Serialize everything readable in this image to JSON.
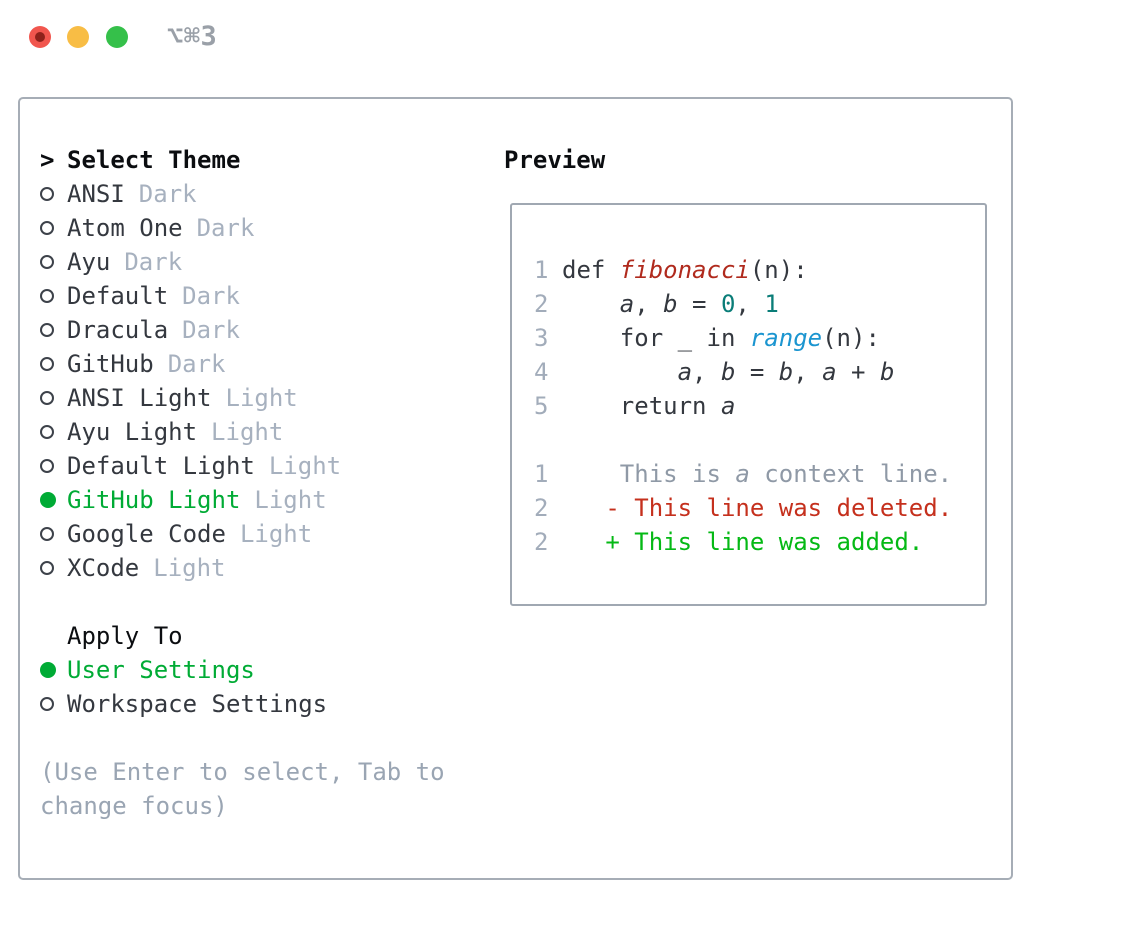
{
  "window": {
    "title": "⌥⌘3",
    "traffic_lights": [
      {
        "name": "close",
        "color": "#f1564e"
      },
      {
        "name": "minimize",
        "color": "#f8bd45"
      },
      {
        "name": "zoom",
        "color": "#35c04a"
      }
    ]
  },
  "theme_list": {
    "caret": ">",
    "header": "Select Theme",
    "items": [
      {
        "name": "ANSI",
        "tag": "Dark",
        "selected": false
      },
      {
        "name": "Atom One",
        "tag": "Dark",
        "selected": false
      },
      {
        "name": "Ayu",
        "tag": "Dark",
        "selected": false
      },
      {
        "name": "Default",
        "tag": "Dark",
        "selected": false
      },
      {
        "name": "Dracula",
        "tag": "Dark",
        "selected": false
      },
      {
        "name": "GitHub",
        "tag": "Dark",
        "selected": false
      },
      {
        "name": "ANSI Light",
        "tag": "Light",
        "selected": false
      },
      {
        "name": "Ayu Light",
        "tag": "Light",
        "selected": false
      },
      {
        "name": "Default Light",
        "tag": "Light",
        "selected": false
      },
      {
        "name": "GitHub Light",
        "tag": "Light",
        "selected": true
      },
      {
        "name": "Google Code",
        "tag": "Light",
        "selected": false
      },
      {
        "name": "XCode",
        "tag": "Light",
        "selected": false
      }
    ]
  },
  "apply_to": {
    "header": "Apply To",
    "items": [
      {
        "name": "User Settings",
        "selected": true
      },
      {
        "name": "Workspace Settings",
        "selected": false
      }
    ]
  },
  "hint_lines": [
    "(Use Enter to select, Tab to",
    "change focus)"
  ],
  "preview": {
    "header": "Preview",
    "lines": [
      {
        "num": "",
        "segs": []
      },
      {
        "num": "1",
        "segs": [
          [
            "def ",
            "p"
          ],
          [
            "fibonacci",
            "fn"
          ],
          [
            "(n):",
            "p"
          ]
        ]
      },
      {
        "num": "2",
        "segs": [
          [
            "    ",
            "p"
          ],
          [
            "a",
            "v"
          ],
          [
            ", ",
            "p"
          ],
          [
            "b",
            "v"
          ],
          [
            " = ",
            "p"
          ],
          [
            "0",
            "n"
          ],
          [
            ", ",
            "p"
          ],
          [
            "1",
            "n"
          ]
        ]
      },
      {
        "num": "3",
        "segs": [
          [
            "    for _ in ",
            "p"
          ],
          [
            "range",
            "bi"
          ],
          [
            "(n):",
            "p"
          ]
        ]
      },
      {
        "num": "4",
        "segs": [
          [
            "        ",
            "p"
          ],
          [
            "a",
            "v"
          ],
          [
            ", ",
            "p"
          ],
          [
            "b",
            "v"
          ],
          [
            " = ",
            "p"
          ],
          [
            "b",
            "v"
          ],
          [
            ", ",
            "p"
          ],
          [
            "a",
            "v"
          ],
          [
            " + ",
            "p"
          ],
          [
            "b",
            "v"
          ]
        ]
      },
      {
        "num": "5",
        "segs": [
          [
            "    return ",
            "p"
          ],
          [
            "a",
            "v"
          ]
        ]
      },
      {
        "num": "",
        "segs": []
      },
      {
        "num": "1",
        "segs": [
          [
            "    This is ",
            "ctx"
          ],
          [
            "a",
            "ctxv"
          ],
          [
            " context line.",
            "ctx"
          ]
        ]
      },
      {
        "num": "2",
        "segs": [
          [
            "   ",
            "p"
          ],
          [
            "- This line was deleted.",
            "del"
          ]
        ]
      },
      {
        "num": "2",
        "segs": [
          [
            "   ",
            "p"
          ],
          [
            "+ This line was added.",
            "add"
          ]
        ]
      },
      {
        "num": "",
        "segs": []
      }
    ]
  },
  "colors": {
    "text_dark": "#34383f",
    "text_black": "#0b0d10",
    "tag_gray": "#a7b1bf",
    "hint_gray": "#9aa5b3",
    "ln_gray": "#a2acba",
    "ctx_gray": "#8f99a6",
    "panel_border": "#a6adb6",
    "box_border": "#a0a8b2",
    "radio_stroke": "#3d424a",
    "green_sel": "#00ab35",
    "add_green": "#05b915",
    "del_red": "#c5301d",
    "fn_red": "#b02a1d",
    "num_teal": "#0a7d78",
    "builtin_blue": "#1b95d0",
    "tl_red": "#f1564e",
    "tl_red_dot": "#8e221b",
    "tl_yellow": "#f8bd45",
    "tl_green": "#35c04a",
    "title_gray": "#9aa0a8"
  }
}
